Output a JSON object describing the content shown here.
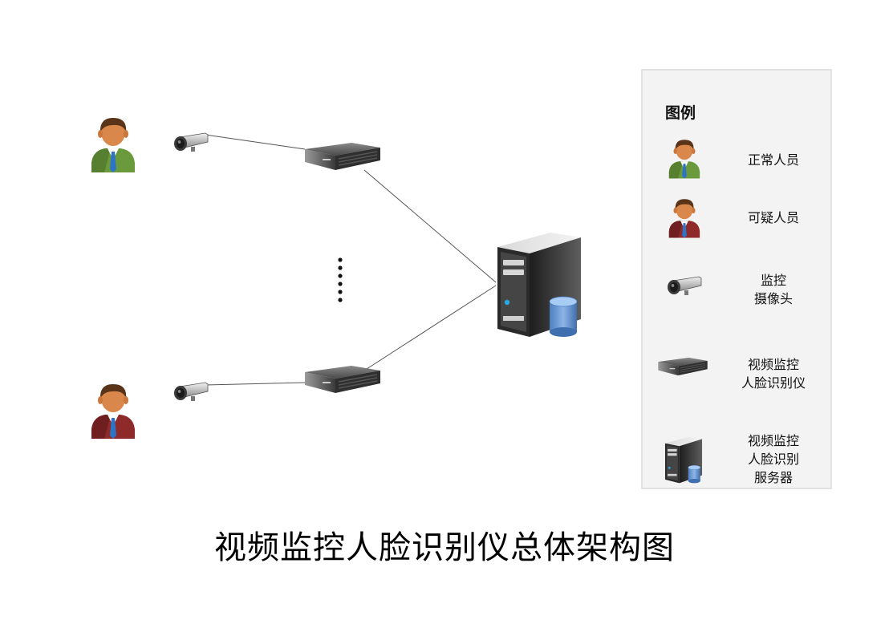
{
  "title": "视频监控人脸识别仪总体架构图",
  "legend": {
    "title": "图例",
    "items": [
      {
        "icon": "normal-person-icon",
        "label": "正常人员"
      },
      {
        "icon": "suspicious-person-icon",
        "label": "可疑人员"
      },
      {
        "icon": "camera-icon",
        "label": "监控\n摄像头"
      },
      {
        "icon": "face-recognizer-device-icon",
        "label": "视频监控\n人脸识别仪"
      },
      {
        "icon": "server-icon",
        "label": "视频监控\n人脸识别\n服务器"
      }
    ]
  },
  "colors": {
    "normal_shirt": "#6a9a3c",
    "suspicious_shirt": "#8e2a2a",
    "tie": "#2e74c6",
    "skin": "#d9874a",
    "hair": "#5a3418",
    "database": "#5b8fcf"
  }
}
